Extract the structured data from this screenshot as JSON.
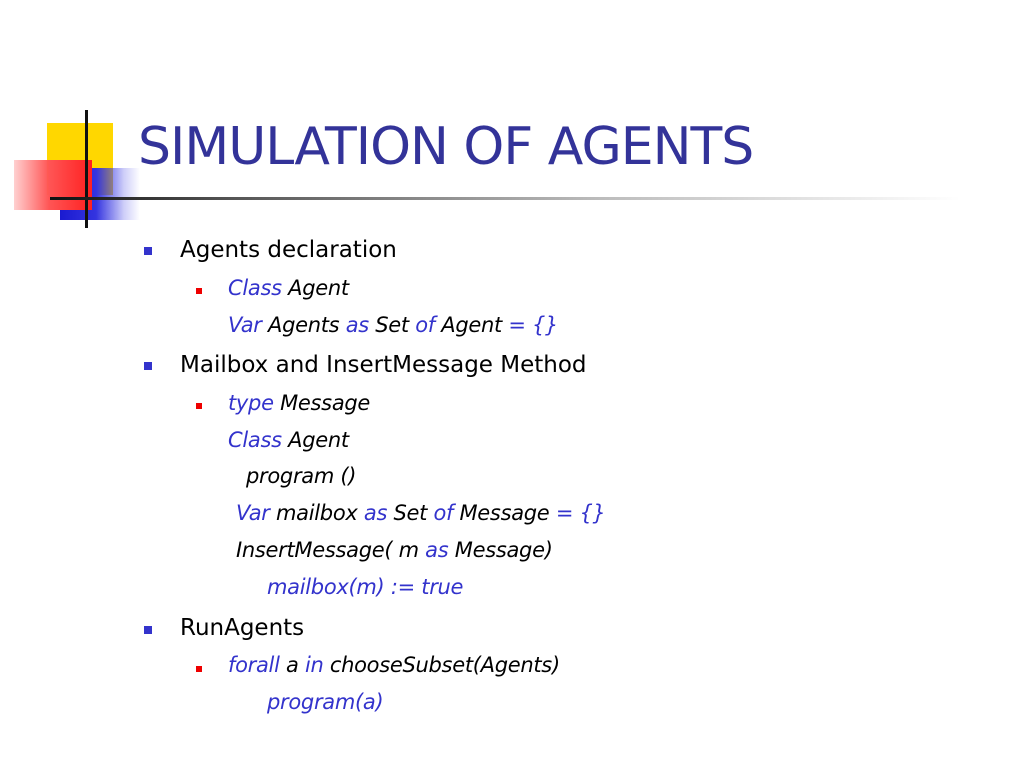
{
  "title": "SIMULATION OF AGENTS",
  "colors": {
    "title": "#333399",
    "keyword": "#3333cc",
    "level1_bullet": "#3333cc",
    "level2_bullet": "#ee0000",
    "logo_yellow": "#ffd700",
    "logo_blue": "#1a1ad0",
    "logo_red": "#ff2020"
  },
  "sections": [
    {
      "heading": "Agents declaration",
      "lines": [
        {
          "parts": [
            {
              "k": "Class"
            },
            {
              "t": " Agent"
            }
          ]
        },
        {
          "parts": [
            {
              "k": "Var"
            },
            {
              "t": " Agents "
            },
            {
              "k": "as"
            },
            {
              "t": " Set "
            },
            {
              "k": "of"
            },
            {
              "t": " Agent "
            },
            {
              "k": "= {}"
            }
          ]
        }
      ]
    },
    {
      "heading": "Mailbox and InsertMessage Method",
      "lines": [
        {
          "parts": [
            {
              "k": "type"
            },
            {
              "t": " Message"
            }
          ]
        },
        {
          "parts": [
            {
              "k": "Class"
            },
            {
              "t": " Agent"
            }
          ]
        },
        {
          "parts": [
            {
              "t": "program ()"
            }
          ]
        },
        {
          "parts": [
            {
              "k": "Var"
            },
            {
              "t": " mailbox "
            },
            {
              "k": "as"
            },
            {
              "t": " Set "
            },
            {
              "k": "of"
            },
            {
              "t": " Message "
            },
            {
              "k": "= {}"
            }
          ]
        },
        {
          "parts": [
            {
              "t": "InsertMessage( m "
            },
            {
              "k": "as"
            },
            {
              "t": " Message)"
            }
          ]
        },
        {
          "parts": [
            {
              "k": "mailbox(m) := true"
            }
          ]
        }
      ]
    },
    {
      "heading": "RunAgents",
      "lines": [
        {
          "parts": [
            {
              "k": "forall"
            },
            {
              "t": " a "
            },
            {
              "k": "in"
            },
            {
              "t": " chooseSubset(Agents)"
            }
          ]
        },
        {
          "parts": [
            {
              "k": "program(a)"
            }
          ]
        }
      ]
    }
  ]
}
